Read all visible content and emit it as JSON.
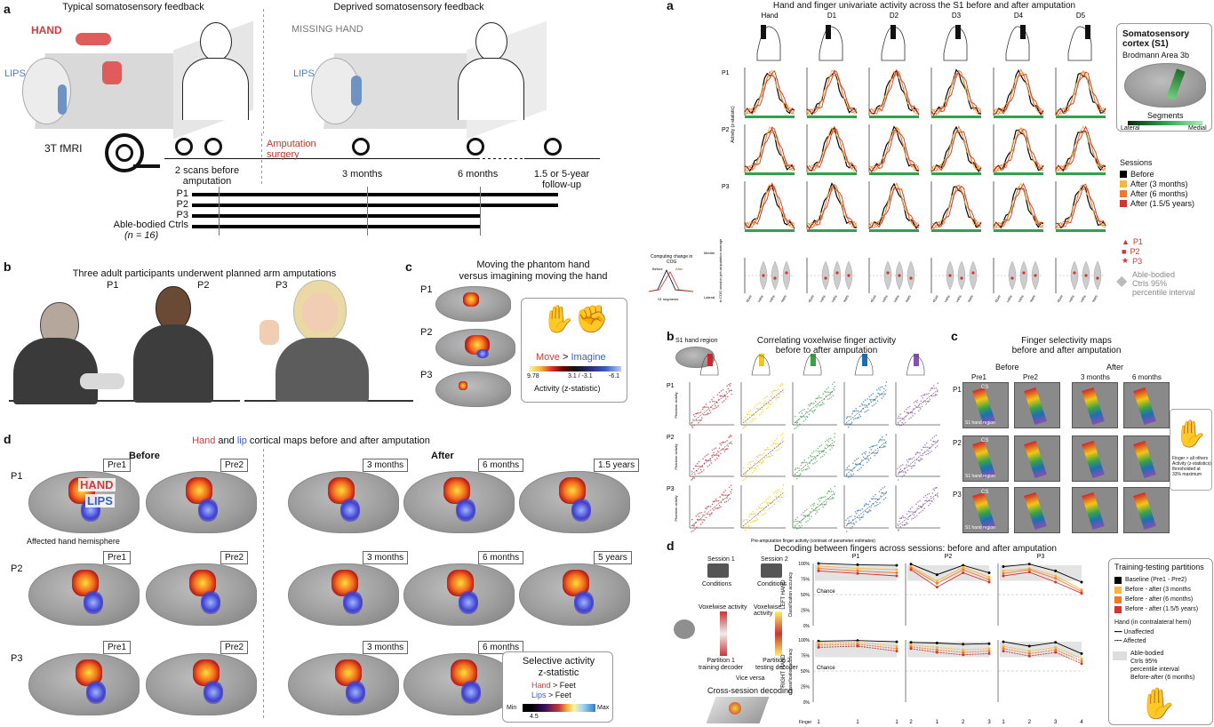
{
  "panel_a_left": {
    "label": "a",
    "title_typical": "Typical somatosensory feedback",
    "title_deprived": "Deprived somatosensory feedback",
    "hand": "HAND",
    "lips": "LIPS",
    "missing_hand": "MISSING HAND",
    "lips2": "LIPS",
    "fmri": "3T fMRI",
    "amp_surgery_1": "Amputation",
    "amp_surgery_2": "surgery",
    "tp1_1": "2 scans before",
    "tp1_2": "amputation",
    "tp2": "3 months",
    "tp3": "6 months",
    "tp4_1": "1.5 or 5-year",
    "tp4_2": "follow-up",
    "rows": [
      "P1",
      "P2",
      "P3",
      "Able-bodied Ctrls"
    ],
    "n_label": "(n = 16)"
  },
  "panel_b": {
    "label": "b",
    "title": "Three adult participants underwent planned arm amputations",
    "p1": "P1",
    "p2": "P2",
    "p3": "P3"
  },
  "panel_c": {
    "label": "c",
    "title_1": "Moving the phantom hand",
    "title_2": "versus imagining moving the hand",
    "p1": "P1",
    "p2": "P2",
    "p3": "P3",
    "move": "Move",
    "gt": ">",
    "imagine": "Imagine",
    "scale_max": "9.78",
    "scale_mid": "3.1 / -3.1",
    "scale_min": "-6.1",
    "scale_label": "Activity (z-statistic)"
  },
  "panel_d": {
    "label": "d",
    "title_hand": "Hand",
    "title_and": "and",
    "title_lip": "lip",
    "title_rest": "cortical maps before and after amputation",
    "before": "Before",
    "after": "After",
    "hand": "HAND",
    "lips": "LIPS",
    "affected": "Affected hand hemisphere",
    "rows": [
      {
        "p": "P1",
        "tags": [
          "Pre1",
          "Pre2",
          "3 months",
          "6 months",
          "1.5 years"
        ]
      },
      {
        "p": "P2",
        "tags": [
          "Pre1",
          "Pre2",
          "3 months",
          "6 months",
          "5 years"
        ]
      },
      {
        "p": "P3",
        "tags": [
          "Pre1",
          "Pre2",
          "3 months",
          "6 months"
        ]
      }
    ],
    "sel_title_1": "Selective activity",
    "sel_title_2": "z-statistic",
    "sel_hand": "Hand",
    "sel_hand_rest": "> Feet",
    "sel_lips": "Lips",
    "sel_lips_rest": "> Feet",
    "sel_min": "Min",
    "sel_max": "Max",
    "sel_thr": "4.5"
  },
  "panel_ra": {
    "label": "a",
    "title": "Hand and finger univariate activity across the S1 before and after amputation",
    "cols": [
      "Hand",
      "D1",
      "D2",
      "D3",
      "D4",
      "D5"
    ],
    "rows": [
      "P1",
      "P2",
      "P3"
    ],
    "ylabel": "Activity (z-statistic)",
    "s1_title_1": "Somatosensory",
    "s1_title_2": "cortex (S1)",
    "s1_sub": "Brodmann Area 3b",
    "segments": "Segments",
    "lateral": "Lateral",
    "medial": "Medial",
    "sessions_title": "Sessions",
    "sessions": [
      {
        "name": "Before",
        "color": "#000000"
      },
      {
        "name": "After (3 months)",
        "color": "#f7b63f"
      },
      {
        "name": "After (6 months)",
        "color": "#f07a2a"
      },
      {
        "name": "After (1.5/5 years)",
        "color": "#d9312b"
      }
    ],
    "markers": [
      {
        "name": "P1",
        "symbol": "▲"
      },
      {
        "name": "P2",
        "symbol": "■"
      },
      {
        "name": "P3",
        "symbol": "★"
      }
    ],
    "ctrl_1": "Able-bodied",
    "ctrl_2": "Ctrls 95%",
    "ctrl_3": "percentile interval",
    "cog_1": "Computing change in",
    "cog_2": "COG",
    "cog_before": "Before",
    "cog_after": "After",
    "cog_seg": "S1 segments",
    "cog_ylabel": "Change in COG session pre-amputation average",
    "cog_medial": "Medial",
    "cog_lateral": "Lateral",
    "xticks": [
      "Before",
      "3 months",
      "6 months",
      "1.5/5 years"
    ]
  },
  "panel_rb": {
    "label": "b",
    "title_1": "Correlating voxelwise finger activity",
    "title_2": "before to after amputation",
    "region": "S1 hand region",
    "rows": [
      "P1",
      "P2",
      "P3"
    ],
    "ylabel": "Phantom activity",
    "xlabel": "Pre-amputation finger activity (contrast of parameter estimates)",
    "colors": [
      "#d3252c",
      "#f2c615",
      "#3aa245",
      "#1d6fb3",
      "#8a4fb3"
    ]
  },
  "panel_rc": {
    "label": "c",
    "title_1": "Finger selectivity maps",
    "title_2": "before and after amputation",
    "before": "Before",
    "after": "After",
    "cols": [
      "Pre1",
      "Pre2",
      "3 months",
      "6 months"
    ],
    "rows": [
      "P1",
      "P2",
      "P3"
    ],
    "cs": "CS",
    "region": "S1 hand region",
    "note_1": "Finger > all others",
    "note_2": "Activity (z-statistics)",
    "note_3": "thresholded at",
    "note_4": "33% maximum"
  },
  "panel_rd": {
    "label": "d",
    "title": "Decoding between fingers across sessions: before and after amputation",
    "session1": "Session 1",
    "session2": "Session 2",
    "conditions": "Conditions",
    "voxelwise": "Voxelwise activity",
    "partition1_1": "Partition 1",
    "partition1_2": "training decoder",
    "partition2_1": "Partition 2",
    "partition2_2": "testing decoder",
    "vice_versa": "Vice versa",
    "cross": "Cross-session decoding",
    "cols": [
      "P1",
      "P2",
      "P3"
    ],
    "left_hand": "LEFT HAND",
    "right_hand": "RIGHT HAND",
    "ylabel": "Classification accuracy",
    "chance": "Chance",
    "yticks": [
      "100%",
      "75%",
      "50%",
      "25%",
      "0%"
    ],
    "finger_label": "Finger",
    "legend_title": "Training-testing partitions",
    "partitions": [
      {
        "name": "Baseline (Pre1 - Pre2)",
        "color": "#000000"
      },
      {
        "name": "Before - after (3 months",
        "color": "#f7b63f"
      },
      {
        "name": "Before - after (6 months)",
        "color": "#f07a2a"
      },
      {
        "name": "Before - after (1.5/5 years)",
        "color": "#d9312b"
      }
    ],
    "hand_hemi": "Hand (in contralateral hemi)",
    "unaffected": "Unaffected",
    "affected": "Affected",
    "ctrl_1": "Able-bodied",
    "ctrl_2": "Ctrls 95%",
    "ctrl_3": "percentile interval",
    "ctrl_4": "Before-after (6 months)"
  },
  "chart_data": [
    {
      "type": "line",
      "title": "Decoding between fingers across sessions: before and after amputation",
      "panel": "LEFT HAND",
      "categories": [
        "1",
        "1",
        "1",
        "2",
        "1",
        "2",
        "3",
        "1",
        "2",
        "3",
        "4"
      ],
      "ylabel": "Classification accuracy",
      "ylim": [
        0,
        100
      ],
      "series": [
        {
          "name": "Baseline (Pre1 - Pre2)",
          "values": [
            100,
            98,
            97,
            99,
            82,
            97,
            85,
            95,
            99,
            88,
            70
          ]
        },
        {
          "name": "Before - after (3 months",
          "values": [
            96,
            92,
            90,
            95,
            72,
            94,
            78,
            88,
            92,
            80,
            58
          ]
        },
        {
          "name": "Before - after (6 months)",
          "values": [
            92,
            88,
            85,
            93,
            68,
            90,
            74,
            84,
            90,
            76,
            55
          ]
        },
        {
          "name": "Before - after (1.5/5 years)",
          "values": [
            88,
            84,
            80,
            90,
            62,
            85,
            70,
            80,
            86,
            70,
            52
          ]
        }
      ]
    },
    {
      "type": "line",
      "panel": "RIGHT HAND",
      "categories": [
        "1",
        "1",
        "1",
        "2",
        "1",
        "2",
        "3",
        "1",
        "2",
        "3",
        "4"
      ],
      "ylabel": "Classification accuracy",
      "ylim": [
        0,
        100
      ],
      "series": [
        {
          "name": "Baseline (Pre1 - Pre2)",
          "values": [
            98,
            99,
            97,
            96,
            95,
            93,
            94,
            97,
            90,
            96,
            78
          ]
        },
        {
          "name": "Before - after (3 months",
          "values": [
            95,
            96,
            90,
            92,
            88,
            84,
            86,
            90,
            82,
            88,
            70
          ]
        },
        {
          "name": "Before - after (6 months)",
          "values": [
            92,
            93,
            86,
            89,
            84,
            80,
            82,
            86,
            78,
            84,
            66
          ]
        },
        {
          "name": "Before - after (1.5/5 years)",
          "values": [
            88,
            90,
            82,
            86,
            80,
            76,
            78,
            82,
            74,
            80,
            62
          ]
        }
      ]
    }
  ]
}
